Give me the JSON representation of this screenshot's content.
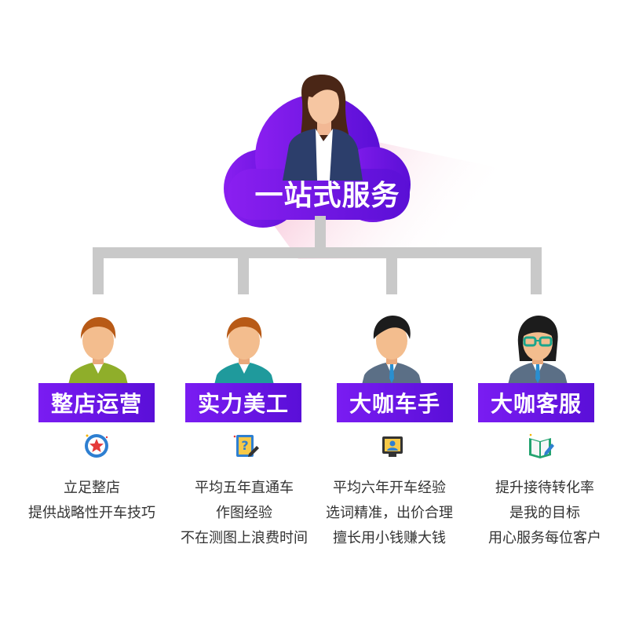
{
  "hero": {
    "title": "一站式服务"
  },
  "colors": {
    "purple": "#6a14e6",
    "line": "#c9c9c9",
    "text": "#333333"
  },
  "services": [
    {
      "label": "整店运营",
      "icon": "star-badge-icon",
      "lines": [
        "立足整店",
        "提供战略性开车技巧"
      ]
    },
    {
      "label": "实力美工",
      "icon": "question-note-edit-icon",
      "lines": [
        "平均五年直通车",
        "作图经验",
        "不在测图上浪费时间"
      ]
    },
    {
      "label": "大咖车手",
      "icon": "image-frame-icon",
      "lines": [
        "平均六年开车经验",
        "选词精准，出价合理",
        "擅长用小钱赚大钱"
      ]
    },
    {
      "label": "大咖客服",
      "icon": "book-pencil-icon",
      "lines": [
        "提升接待转化率",
        "是我的目标",
        "用心服务每位客户"
      ]
    }
  ]
}
